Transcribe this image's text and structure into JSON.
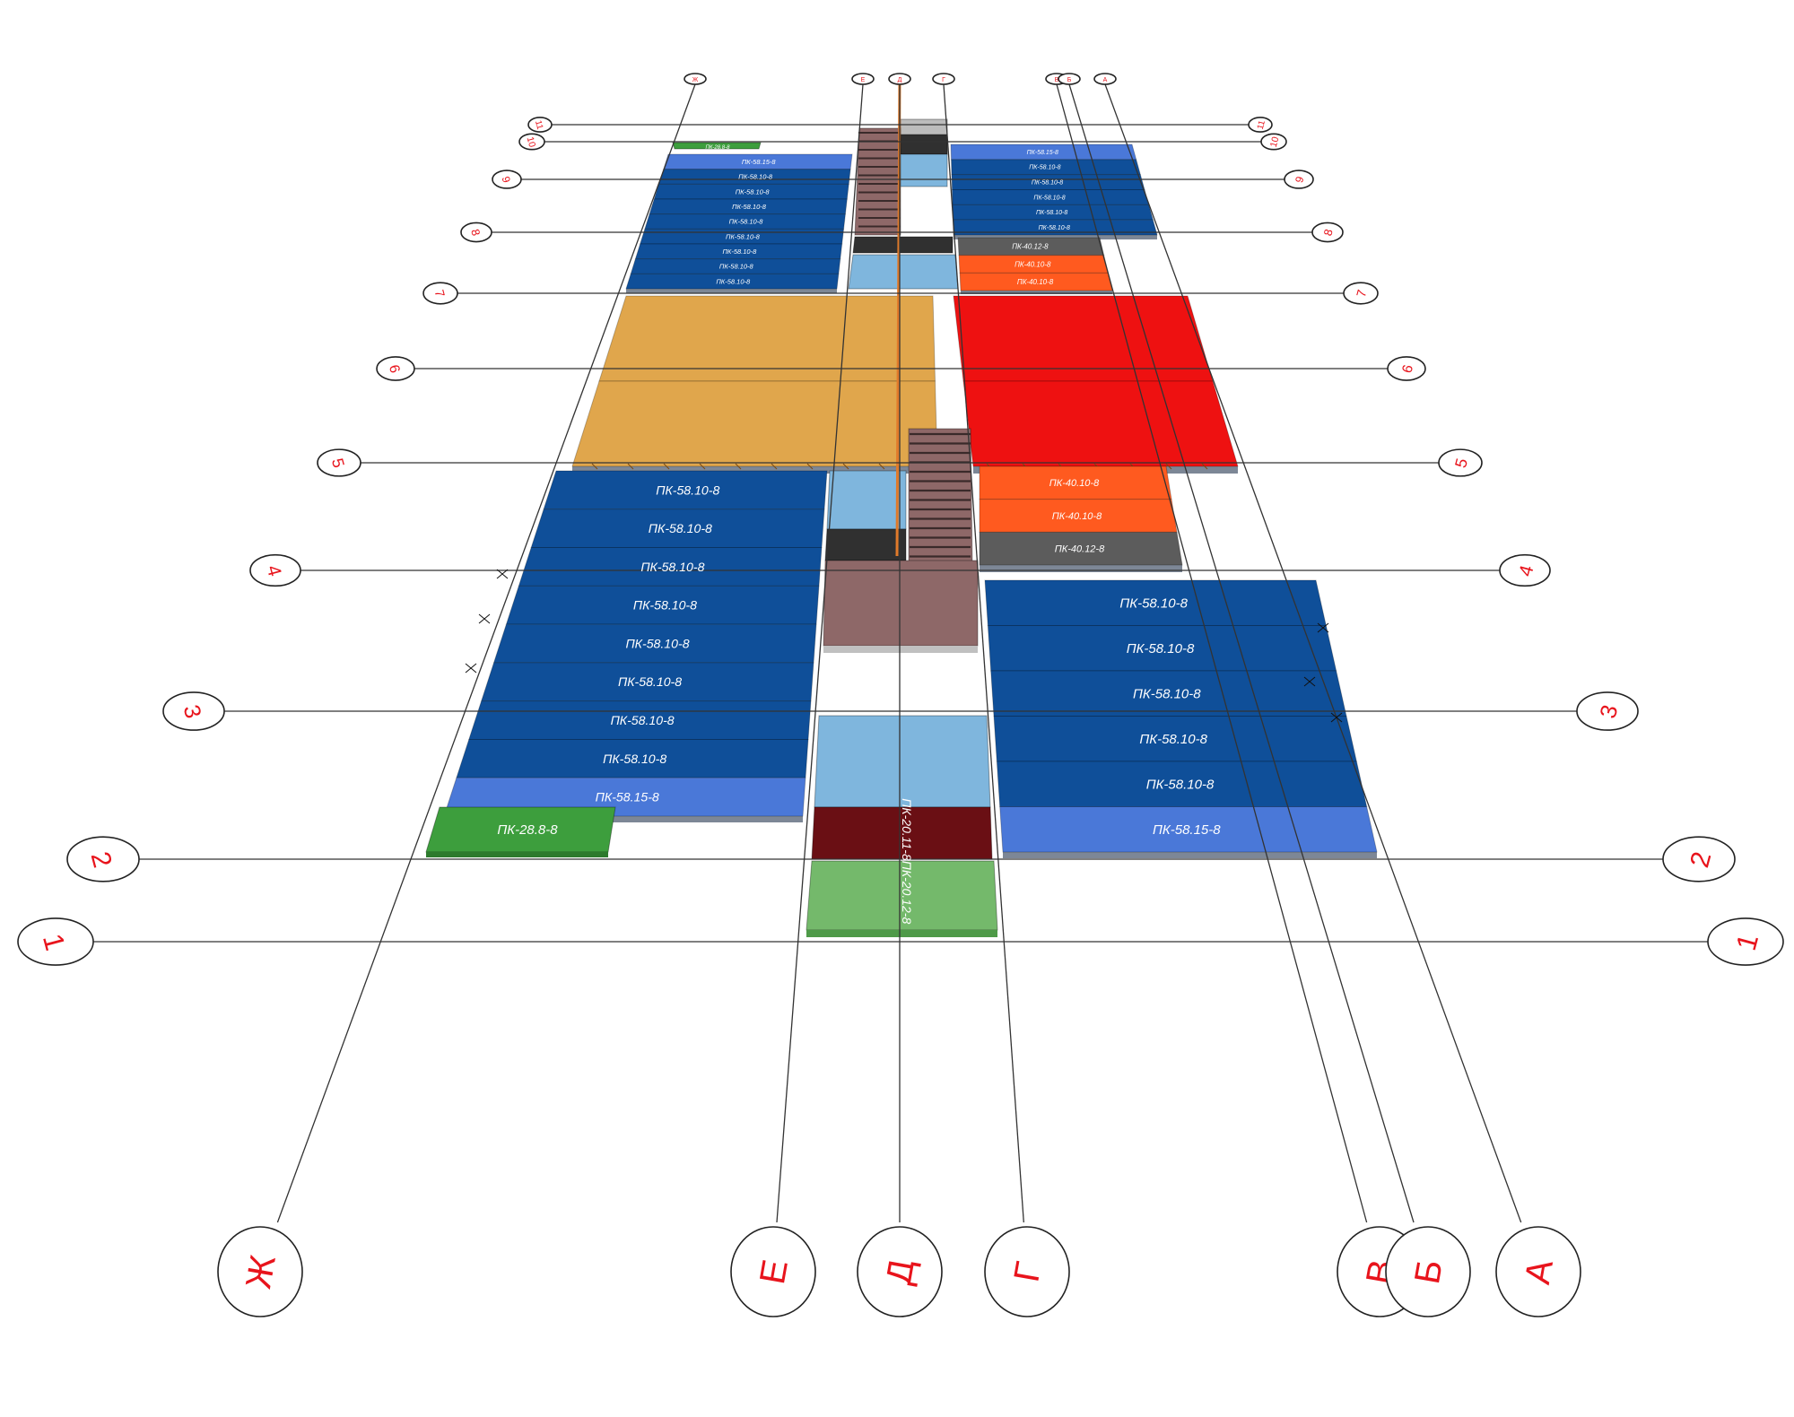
{
  "colors": {
    "dark_blue": "#0f4f99",
    "mid_blue": "#4a78d8",
    "light_blue": "#7fb6dd",
    "green": "#3d9e3d",
    "light_green": "#74b96b",
    "maroon": "#6a0f14",
    "orange": "#ff5a1f",
    "red": "#ee1111",
    "tan": "#e0a64c",
    "dark_gray": "#5c5c5c",
    "charcoal": "#303030",
    "granite": "#8e6868",
    "axis_red": "#e8141c"
  },
  "grid": {
    "letter_axes": [
      "Ж",
      "Е",
      "Д",
      "Г",
      "В",
      "Б",
      "А"
    ],
    "number_axes": [
      "1",
      "2",
      "3",
      "4",
      "5",
      "6",
      "7",
      "8",
      "9",
      "10",
      "11"
    ]
  },
  "slabs": {
    "left_upper": [
      "ПК-28.8-8",
      "ПК-58.15-8",
      "ПК-58.10-8",
      "ПК-58.10-8",
      "ПК-58.10-8",
      "ПК-58.10-8",
      "ПК-58.10-8",
      "ПК-58.10-8",
      "ПК-58.10-8",
      "ПК-58.10-8"
    ],
    "right_upper": [
      "ПК-58.15-8",
      "ПК-58.10-8",
      "ПК-58.10-8",
      "ПК-58.10-8",
      "ПК-58.10-8",
      "ПК-58.10-8",
      "ПК-40.12-8",
      "ПК-40.10-8",
      "ПК-40.10-8"
    ],
    "left_lower": [
      "ПК-58.10-8",
      "ПК-58.10-8",
      "ПК-58.10-8",
      "ПК-58.10-8",
      "ПК-58.10-8",
      "ПК-58.10-8",
      "ПК-58.10-8",
      "ПК-58.10-8",
      "ПК-58.15-8",
      "ПК-28.8-8"
    ],
    "right_middle": [
      "ПК-40.10-8",
      "ПК-40.10-8",
      "ПК-40.12-8"
    ],
    "right_lower": [
      "ПК-58.10-8",
      "ПК-58.10-8",
      "ПК-58.10-8",
      "ПК-58.10-8",
      "ПК-58.10-8",
      "ПК-58.15-8"
    ],
    "center_lower": [
      "ПК-20.11-8",
      "ПК-20.12-8"
    ]
  }
}
